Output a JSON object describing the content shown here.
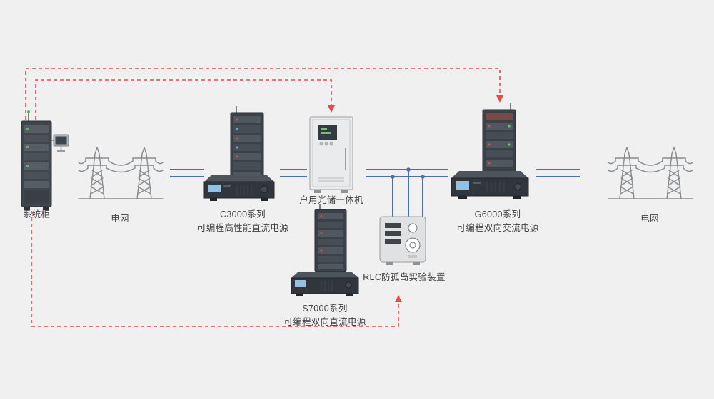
{
  "diagram": {
    "colors": {
      "background": "#f0f0f1",
      "power_bus_line": "#4a72a8",
      "control_dashed_line": "#e64b4b",
      "device_dark": "#3c4149",
      "device_light": "#e9ebec",
      "pylon_line": "#888c90"
    },
    "nodes": {
      "system_cabinet": {
        "label": "系统柜"
      },
      "grid_left": {
        "label": "电网"
      },
      "c3000": {
        "title": "C3000系列",
        "subtitle": "可编程高性能直流电源"
      },
      "pv_storage_allinone": {
        "label": "户用光储一体机"
      },
      "s7000": {
        "title": "S7000系列",
        "subtitle": "可编程双向直流电源"
      },
      "rlc_device": {
        "label": "RLC防孤岛实验装置"
      },
      "g6000": {
        "title": "G6000系列",
        "subtitle": "可编程双向交流电源"
      },
      "grid_right": {
        "label": "电网"
      }
    },
    "connections": [
      {
        "from": "grid_left",
        "to": "c3000",
        "type": "power"
      },
      {
        "from": "c3000",
        "to": "pv_storage_allinone",
        "type": "power"
      },
      {
        "from": "pv_storage_allinone",
        "to": "g6000",
        "type": "power"
      },
      {
        "from": "power_bus",
        "to": "rlc_device",
        "type": "power-tap"
      },
      {
        "from": "g6000",
        "to": "grid_right",
        "type": "power"
      },
      {
        "from": "system_cabinet",
        "to": "g6000",
        "type": "control"
      },
      {
        "from": "system_cabinet",
        "to": "pv_storage_allinone",
        "type": "control"
      },
      {
        "from": "system_cabinet",
        "to": "s7000",
        "type": "control"
      }
    ]
  }
}
